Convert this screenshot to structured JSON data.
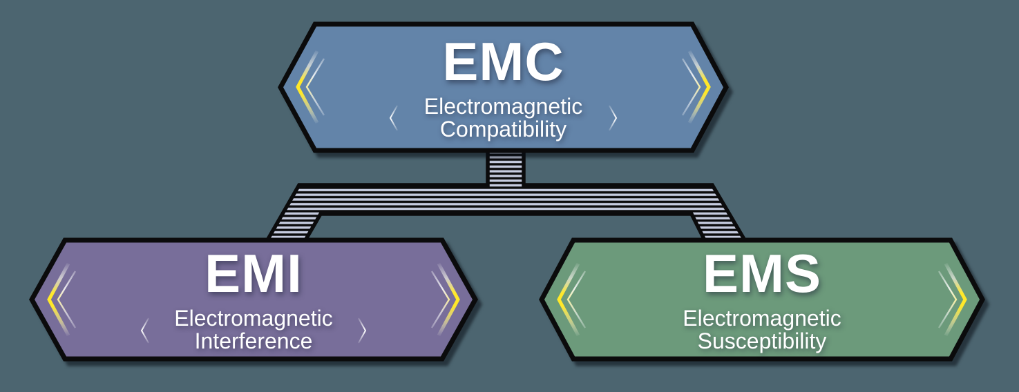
{
  "canvas": {
    "background_color": "#4C6570"
  },
  "nodes": {
    "emc": {
      "acronym": "EMC",
      "subtitle_line1": "Electromagnetic",
      "subtitle_line2": "Compatibility",
      "fill_color": "#6384A9"
    },
    "emi": {
      "acronym": "EMI",
      "subtitle_line1": "Electromagnetic",
      "subtitle_line2": "Interference",
      "fill_color": "#786E9A"
    },
    "ems": {
      "acronym": "EMS",
      "subtitle_line1": "Electromagnetic",
      "subtitle_line2": "Susceptibility",
      "fill_color": "#6C9A7B"
    }
  },
  "decorations": {
    "outline_color": "#0B0B0C",
    "chevron_accent_color": "#FFE829",
    "chevron_soft_color": "#FFFFFF",
    "connector_stripe_light": "#C6CCE0",
    "connector_stripe_dark": "#0B0B0C",
    "text_color": "#FFFFFF"
  }
}
